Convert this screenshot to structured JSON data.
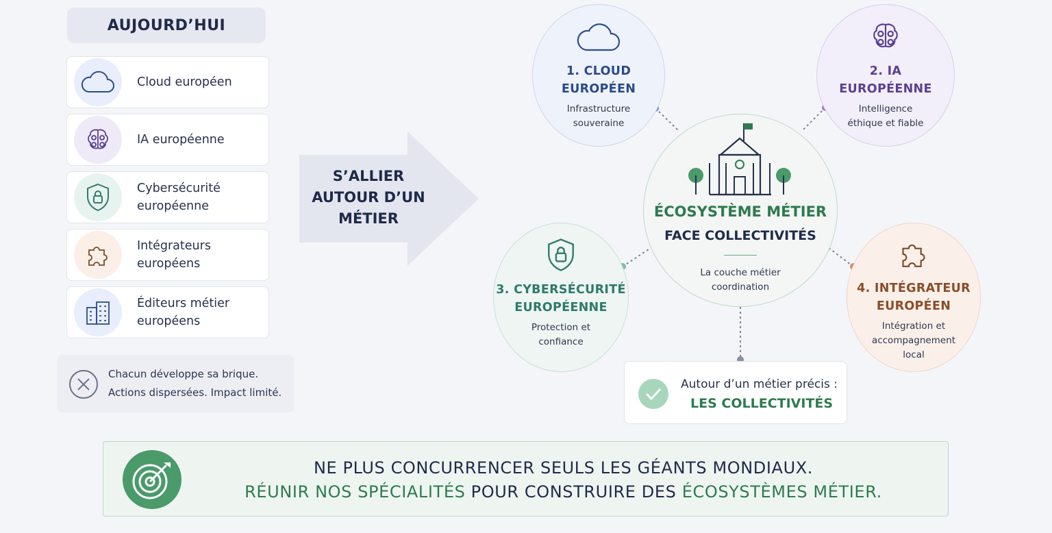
{
  "today": {
    "header": "AUJOURD’HUI",
    "items": [
      {
        "label": "Cloud européen",
        "icon": "cloud-icon",
        "tint": "#e8eefb"
      },
      {
        "label": "IA européenne",
        "icon": "brain-icon",
        "tint": "#efeaf8"
      },
      {
        "label": "Cybersécurité\neuropéenne",
        "icon": "shield-lock-icon",
        "tint": "#e7f3ee"
      },
      {
        "label": "Intégrateurs\neuropéens",
        "icon": "puzzle-icon",
        "tint": "#fbefe8"
      },
      {
        "label": "Éditeurs métier\neuropéens",
        "icon": "buildings-icon",
        "tint": "#e8eefb"
      }
    ],
    "warning": {
      "line1": "Chacun développe sa brique.",
      "line2": "Actions dispersées. Impact limité.",
      "icon": "x-circle-icon"
    }
  },
  "arrow": {
    "line1": "S’ALLIER",
    "line2": "AUTOUR D’UN",
    "line3": "MÉTIER"
  },
  "ecosystem": {
    "center": {
      "title": "ÉCOSYSTÈME MÉTIER",
      "subtitle": "FACE COLLECTIVITÉS",
      "desc_line1": "La couche métier",
      "desc_line2": "coordination",
      "icon": "town-hall-icon"
    },
    "nodes": [
      {
        "title1": "1. CLOUD",
        "title2": "EUROPÉEN",
        "sub1": "Infrastructure",
        "sub2": "souveraine",
        "color": "#2c4a86",
        "icon": "cloud-icon"
      },
      {
        "title1": "2. IA",
        "title2": "EUROPÉENNE",
        "sub1": "Intelligence",
        "sub2": "éthique et fiable",
        "color": "#5a4090",
        "icon": "brain-icon"
      },
      {
        "title1": "3. CYBERSÉCURITÉ",
        "title2": "EUROPÉENNE",
        "sub1": "Protection et",
        "sub2": "confiance",
        "color": "#2f7a6a",
        "icon": "shield-lock-icon"
      },
      {
        "title1": "4. INTÉGRATEUR",
        "title2": "EUROPÉEN",
        "sub1": "Intégration et",
        "sub2": "accompagnement",
        "sub3": "local",
        "color": "#8a4d2a",
        "icon": "puzzle-icon"
      }
    ],
    "focus": {
      "line1": "Autour d’un métier précis :",
      "line2": "LES COLLECTIVITÉS",
      "icon": "check-circle-icon"
    }
  },
  "conclusion": {
    "line1": "NE PLUS CONCURRENCER SEULS LES GÉANTS MONDIAUX.",
    "line2_green_a": "RÉUNIR NOS SPÉCIALITÉS",
    "line2_mid": "POUR CONSTRUIRE DES",
    "line2_green_b": "ÉCOSYSTÈMES MÉTIER.",
    "icon": "target-arrow-icon"
  },
  "colors": {
    "accent_green": "#2f7a4f",
    "navy": "#1f2a4a"
  }
}
